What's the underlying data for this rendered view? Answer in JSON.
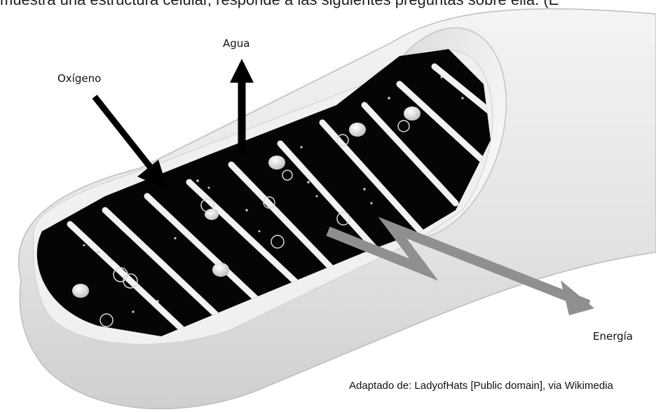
{
  "header": {
    "text": "muestra una estructura celular, responde a las siguientes preguntas sobre ella. (E"
  },
  "diagram": {
    "labels": {
      "oxygen": "Oxígeno",
      "water": "Agua",
      "energy": "Energía"
    },
    "credit": "Adaptado de: LadyofHats [Public domain], via Wikimedia"
  },
  "colors": {
    "membrane": "#e8e8e8",
    "matrix": "#050505",
    "arrow_black": "#000000",
    "arrow_gray": "#8f8f8f"
  }
}
